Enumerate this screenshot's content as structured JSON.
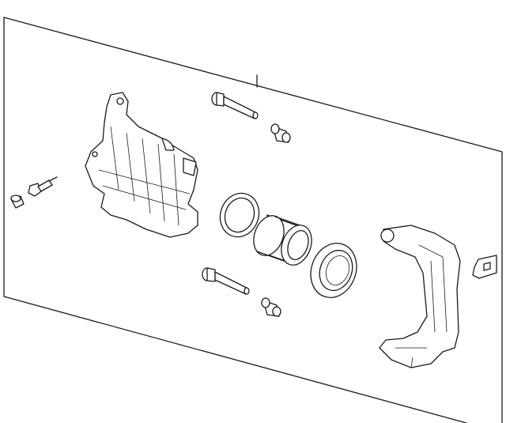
{
  "diagram": {
    "style": "exploded parts line drawing",
    "colors": {
      "line": "#1a1a1a",
      "background": "#ffffff"
    },
    "parts": [
      "caliper-housing",
      "guide-pin-upper",
      "guide-pin-lower",
      "bushing-upper",
      "bushing-lower",
      "piston-seal",
      "piston",
      "dust-boot",
      "caliper-bracket",
      "clip",
      "bleeder-screw",
      "bleeder-cap"
    ]
  }
}
